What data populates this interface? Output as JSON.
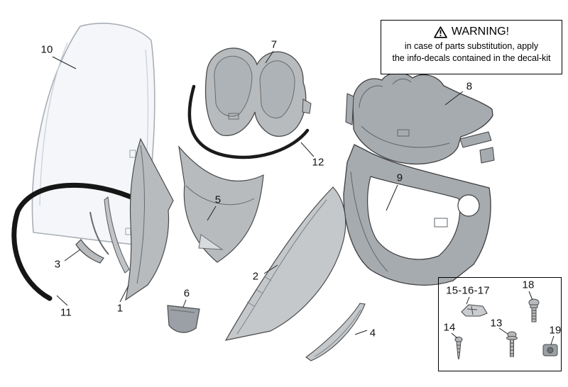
{
  "callouts": {
    "c1": "1",
    "c2": "2",
    "c3": "3",
    "c4": "4",
    "c5": "5",
    "c6": "6",
    "c7": "7",
    "c8": "8",
    "c9": "9",
    "c10": "10",
    "c11": "11",
    "c12": "12",
    "c13": "13",
    "c14": "14",
    "c15_16_17": "15-16-17",
    "c18": "18",
    "c19": "19"
  },
  "warning": {
    "icon": "warning-triangle",
    "title": "WARNING!",
    "line1": "in case of parts substitution, apply",
    "line2": "the info-decals contained in the decal-kit"
  },
  "colors": {
    "background": "#ffffff",
    "panel_gray": "#b7bbbe",
    "panel_dark_gray": "#a6abb0",
    "panel_light_gray": "#c5c8cb",
    "windshield_tint": "#eef1f5",
    "trim_black": "#1b1b1b",
    "outline": "#4a4a4a",
    "text": "#000000"
  }
}
